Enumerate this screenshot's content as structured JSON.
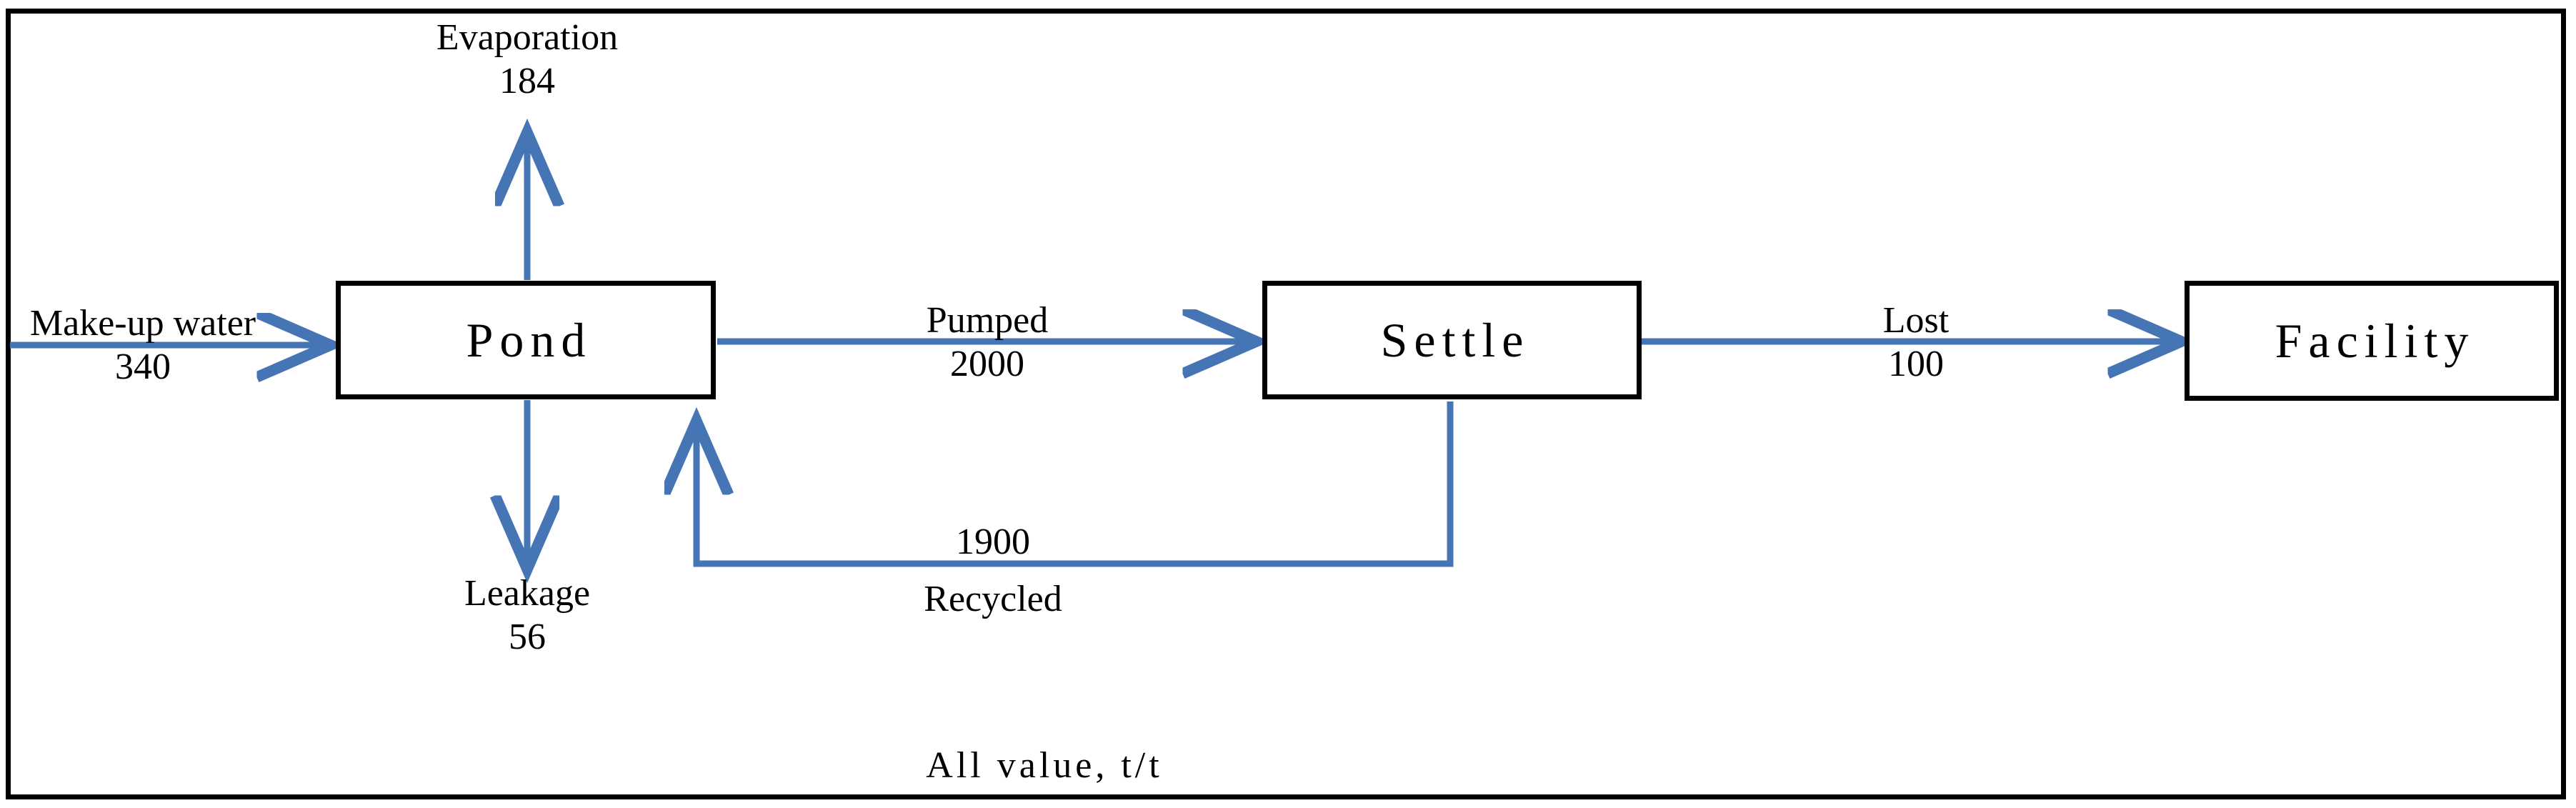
{
  "diagram": {
    "title_caption": "All value, t/t",
    "accent_color": "#4575b4",
    "stroke_color": "#000000",
    "background_color": "#ffffff",
    "nodes": [
      {
        "id": "pond",
        "label": "Pond"
      },
      {
        "id": "settle",
        "label": "Settle"
      },
      {
        "id": "facility",
        "label": "Facility"
      }
    ],
    "flows": [
      {
        "id": "makeup",
        "name": "Make-up water",
        "value": "340",
        "from": "external",
        "to": "pond",
        "direction": "right"
      },
      {
        "id": "evaporation",
        "name": "Evaporation",
        "value": "184",
        "from": "pond",
        "to": "external",
        "direction": "up"
      },
      {
        "id": "leakage",
        "name": "Leakage",
        "value": "56",
        "from": "pond",
        "to": "external",
        "direction": "down"
      },
      {
        "id": "pumped",
        "name": "Pumped",
        "value": "2000",
        "from": "pond",
        "to": "settle",
        "direction": "right"
      },
      {
        "id": "lost",
        "name": "Lost",
        "value": "100",
        "from": "settle",
        "to": "facility",
        "direction": "right"
      },
      {
        "id": "recycled",
        "name": "Recycled",
        "value": "1900",
        "from": "settle",
        "to": "pond",
        "direction": "left"
      }
    ]
  },
  "chart_data": {
    "type": "diagram",
    "title": "All value, t/t",
    "units": "t/t",
    "nodes": [
      "Pond",
      "Settle",
      "Facility"
    ],
    "edges": [
      {
        "label": "Make-up water",
        "value": 340,
        "source": "External",
        "target": "Pond"
      },
      {
        "label": "Evaporation",
        "value": 184,
        "source": "Pond",
        "target": "External"
      },
      {
        "label": "Leakage",
        "value": 56,
        "source": "Pond",
        "target": "External"
      },
      {
        "label": "Pumped",
        "value": 2000,
        "source": "Pond",
        "target": "Settle"
      },
      {
        "label": "Lost",
        "value": 100,
        "source": "Settle",
        "target": "Facility"
      },
      {
        "label": "Recycled",
        "value": 1900,
        "source": "Settle",
        "target": "Pond"
      }
    ]
  }
}
